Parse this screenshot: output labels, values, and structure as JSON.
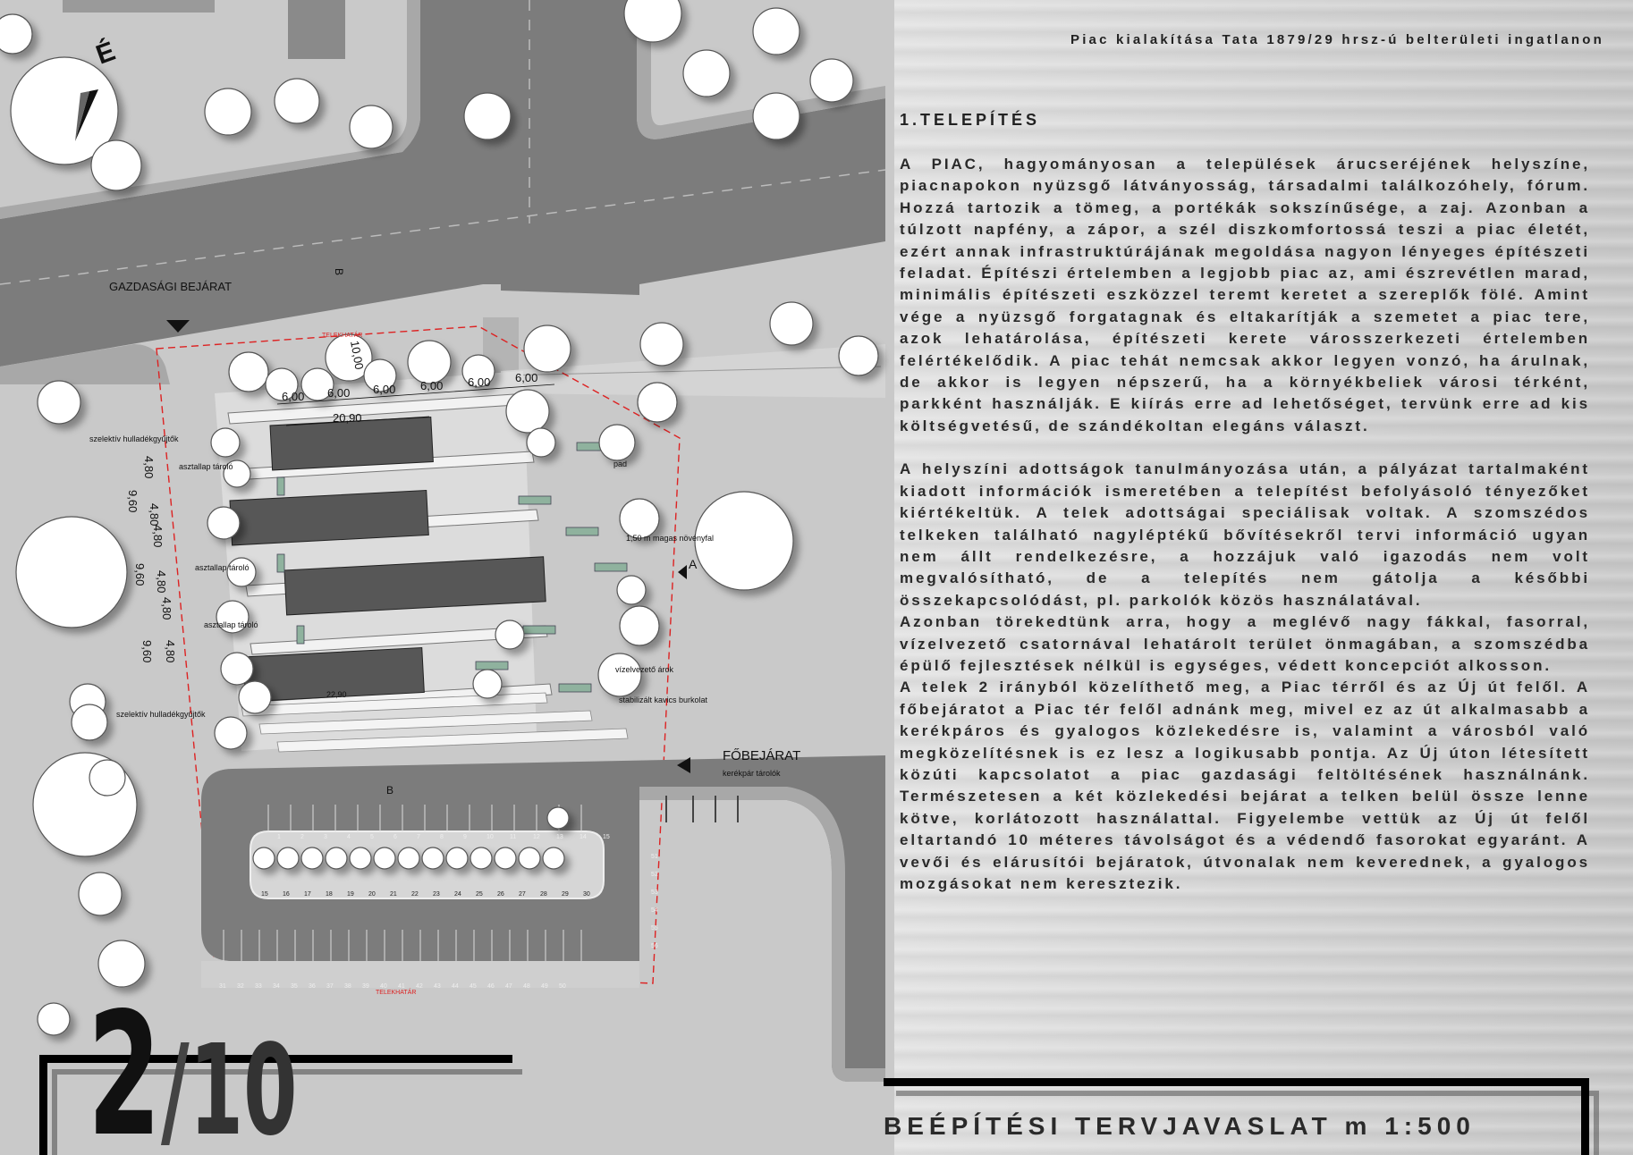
{
  "header": {
    "project_title": "Piac kialakítása Tata 1879/29 hrsz-ú belterületi ingatlanon"
  },
  "section": {
    "title": "1.TELEPÍTÉS"
  },
  "body": {
    "paragraphs": [
      "A PIAC, hagyományosan a települések árucseréjének helyszíne, piacnapokon nyüzsgő látványosság, társadalmi találkozóhely, fórum. Hozzá tartozik a tömeg, a portékák sokszínűsége, a zaj. Azonban a túlzott napfény, a zápor, a szél diszkomfortossá teszi a piac életét, ezért annak infrastruktúrájának megoldása nagyon lényeges építészeti feladat. Építészi értelemben a legjobb piac az, ami észrevétlen marad, minimális építészeti eszközzel teremt keretet a szereplők fölé. Amint vége a nyüzsgő forgatagnak és eltakarítják a szemetet a piac tere, azok lehatárolása, építészeti kerete városszerkezeti értelemben felértékelődik. A piac tehát nemcsak akkor legyen vonzó, ha árulnak, de akkor is legyen népszerű, ha a környékbeliek városi térként, parkként használják. E kiírás erre ad lehetőséget, tervünk erre ad kis költségvetésű, de szándékoltan elegáns választ.",
      "A helyszíni adottságok tanulmányozása után, a pályázat tartalmaként kiadott információk ismeretében a telepítést befolyásoló tényezőket kiértékeltük. A telek adottságai speciálisak voltak. A szomszédos telkeken található nagyléptékű bővítésekről tervi információ ugyan nem állt rendelkezésre, a hozzájuk való igazodás nem volt megvalósítható, de a telepítés nem gátolja a későbbi összekapcsolódást, pl. parkolók közös használatával.",
      "Azonban törekedtünk arra, hogy a meglévő nagy fákkal, fasorral, vízelvezető csatornával lehatárolt terület önmagában, a szomszédba épülő fejlesztések nélkül is egységes, védett koncepciót alkosson.",
      "A telek 2 irányból közelíthető meg, a Piac térről és az Új út felől. A főbejáratot a Piac tér felől adnánk meg, mivel ez az út alkalmasabb a kerékpáros és gyalogos közlekedésre is, valamint a városból való megközelítésnek is ez lesz a logikusabb pontja. Az Új úton létesített közúti kapcsolatot a piac gazdasági feltöltésének használnánk. Természetesen a két közlekedési bejárat a telken belül össze lenne kötve, korlátozott használattal. Figyelembe vettük az Új út felől eltartandó 10 méteres távolságot és a védendő fasorokat egyaránt. A vevői és elárusítói bejáratok, útvonalak nem keverednek, a gyalogos mozgásokat nem keresztezik."
    ]
  },
  "plan": {
    "north": "É",
    "labels": {
      "gazdasagi_bejarat": "GAZDASÁGI BEJÁRAT",
      "fobejarat": "FŐBEJÁRAT",
      "telekhatar": "TELEKHATÁR",
      "szelektiv": "szelektív hulladékgyűjtők",
      "asztallap": "asztallap tároló",
      "pad": "pad",
      "novenyfal": "1,50 m magas növényfal",
      "vizelvezeto": "vízelvezető árok",
      "kavics": "stabilizált kavics burkolat",
      "kerekpar": "kerékpár tárolók",
      "section_a": "A",
      "section_b": "B"
    },
    "dimensions": {
      "d1000": "10,00",
      "d600": "6,00",
      "d2090": "20,90",
      "d480": "4,80",
      "d960": "9,60",
      "d2290": "22,90"
    },
    "parking_top": [
      "1",
      "2",
      "3",
      "4",
      "5",
      "6",
      "7",
      "8",
      "9",
      "10",
      "11",
      "12",
      "13",
      "14",
      "15"
    ],
    "parking_mid": [
      "15",
      "16",
      "17",
      "18",
      "19",
      "20",
      "21",
      "22",
      "23",
      "24",
      "25",
      "26",
      "27",
      "28",
      "29",
      "30"
    ],
    "parking_bottom": [
      "31",
      "32",
      "33",
      "34",
      "35",
      "36",
      "37",
      "38",
      "39",
      "40",
      "41",
      "42",
      "43",
      "44",
      "45",
      "46",
      "47",
      "48",
      "49",
      "50"
    ],
    "parking_side": [
      "51",
      "52",
      "53",
      "54",
      "55",
      "56"
    ]
  },
  "footer": {
    "page_current": "2",
    "page_sep": "/",
    "page_total": "10",
    "sheet_title": "BEÉPÍTÉSI TERVJAVASLAT m 1:500"
  }
}
